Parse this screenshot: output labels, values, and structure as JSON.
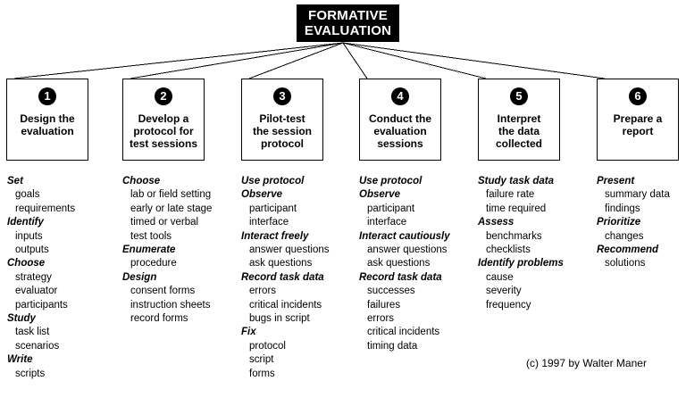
{
  "diagram": {
    "title_lines": [
      "FORMATIVE",
      "EVALUATION"
    ],
    "credit": "(c) 1997 by Walter Maner",
    "colors": {
      "title_background": "#000000",
      "title_text": "#ffffff",
      "box_border": "#000000",
      "page_background": "#ffffff",
      "badge_background": "#000000",
      "badge_text": "#ffffff"
    },
    "steps": [
      {
        "number": "1",
        "title_lines": [
          "Design the",
          "evaluation"
        ],
        "groups": [
          {
            "head": "Set",
            "items": [
              "goals",
              "requirements"
            ]
          },
          {
            "head": "Identify",
            "items": [
              "inputs",
              "outputs"
            ]
          },
          {
            "head": "Choose",
            "items": [
              "strategy",
              "evaluator",
              "participants"
            ]
          },
          {
            "head": "Study",
            "items": [
              "task list",
              "scenarios"
            ]
          },
          {
            "head": "Write",
            "items": [
              "scripts"
            ]
          }
        ]
      },
      {
        "number": "2",
        "title_lines": [
          "Develop a",
          "protocol for",
          "test sessions"
        ],
        "groups": [
          {
            "head": "Choose",
            "items": [
              "lab or field setting",
              "early or late stage",
              "timed or verbal",
              "test tools"
            ]
          },
          {
            "head": "Enumerate",
            "items": [
              "procedure"
            ]
          },
          {
            "head": "Design",
            "items": [
              "consent forms",
              "instruction sheets",
              "record forms"
            ]
          }
        ]
      },
      {
        "number": "3",
        "title_lines": [
          "Pilot-test",
          "the session",
          "protocol"
        ],
        "groups": [
          {
            "head": "Use protocol",
            "items": []
          },
          {
            "head": "Observe",
            "items": [
              "participant",
              "interface"
            ]
          },
          {
            "head": "Interact freely",
            "items": [
              "answer questions",
              "ask questions"
            ]
          },
          {
            "head": "Record task data",
            "items": [
              "errors",
              "critical incidents",
              "bugs in script"
            ]
          },
          {
            "head": "Fix",
            "items": [
              "protocol",
              "script",
              "forms"
            ]
          }
        ]
      },
      {
        "number": "4",
        "title_lines": [
          "Conduct the",
          "evaluation",
          "sessions"
        ],
        "groups": [
          {
            "head": "Use protocol",
            "items": []
          },
          {
            "head": "Observe",
            "items": [
              "participant",
              "interface"
            ]
          },
          {
            "head": "Interact cautiously",
            "items": [
              "answer questions",
              "ask questions"
            ]
          },
          {
            "head": "Record task data",
            "items": [
              "successes",
              "failures",
              "errors",
              "critical incidents",
              "timing data"
            ]
          }
        ]
      },
      {
        "number": "5",
        "title_lines": [
          "Interpret",
          "the data",
          "collected"
        ],
        "groups": [
          {
            "head": "Study task data",
            "items": [
              "failure rate",
              "time required"
            ]
          },
          {
            "head": "Assess",
            "items": [
              "benchmarks",
              "checklists"
            ]
          },
          {
            "head": "Identify problems",
            "items": [
              "cause",
              "severity",
              "frequency"
            ]
          }
        ]
      },
      {
        "number": "6",
        "title_lines": [
          "Prepare a",
          "report"
        ],
        "groups": [
          {
            "head": "Present",
            "items": [
              "summary data",
              "findings"
            ]
          },
          {
            "head": "Prioritize",
            "items": [
              "changes"
            ]
          },
          {
            "head": "Recommend",
            "items": [
              "solutions"
            ]
          }
        ]
      }
    ]
  }
}
